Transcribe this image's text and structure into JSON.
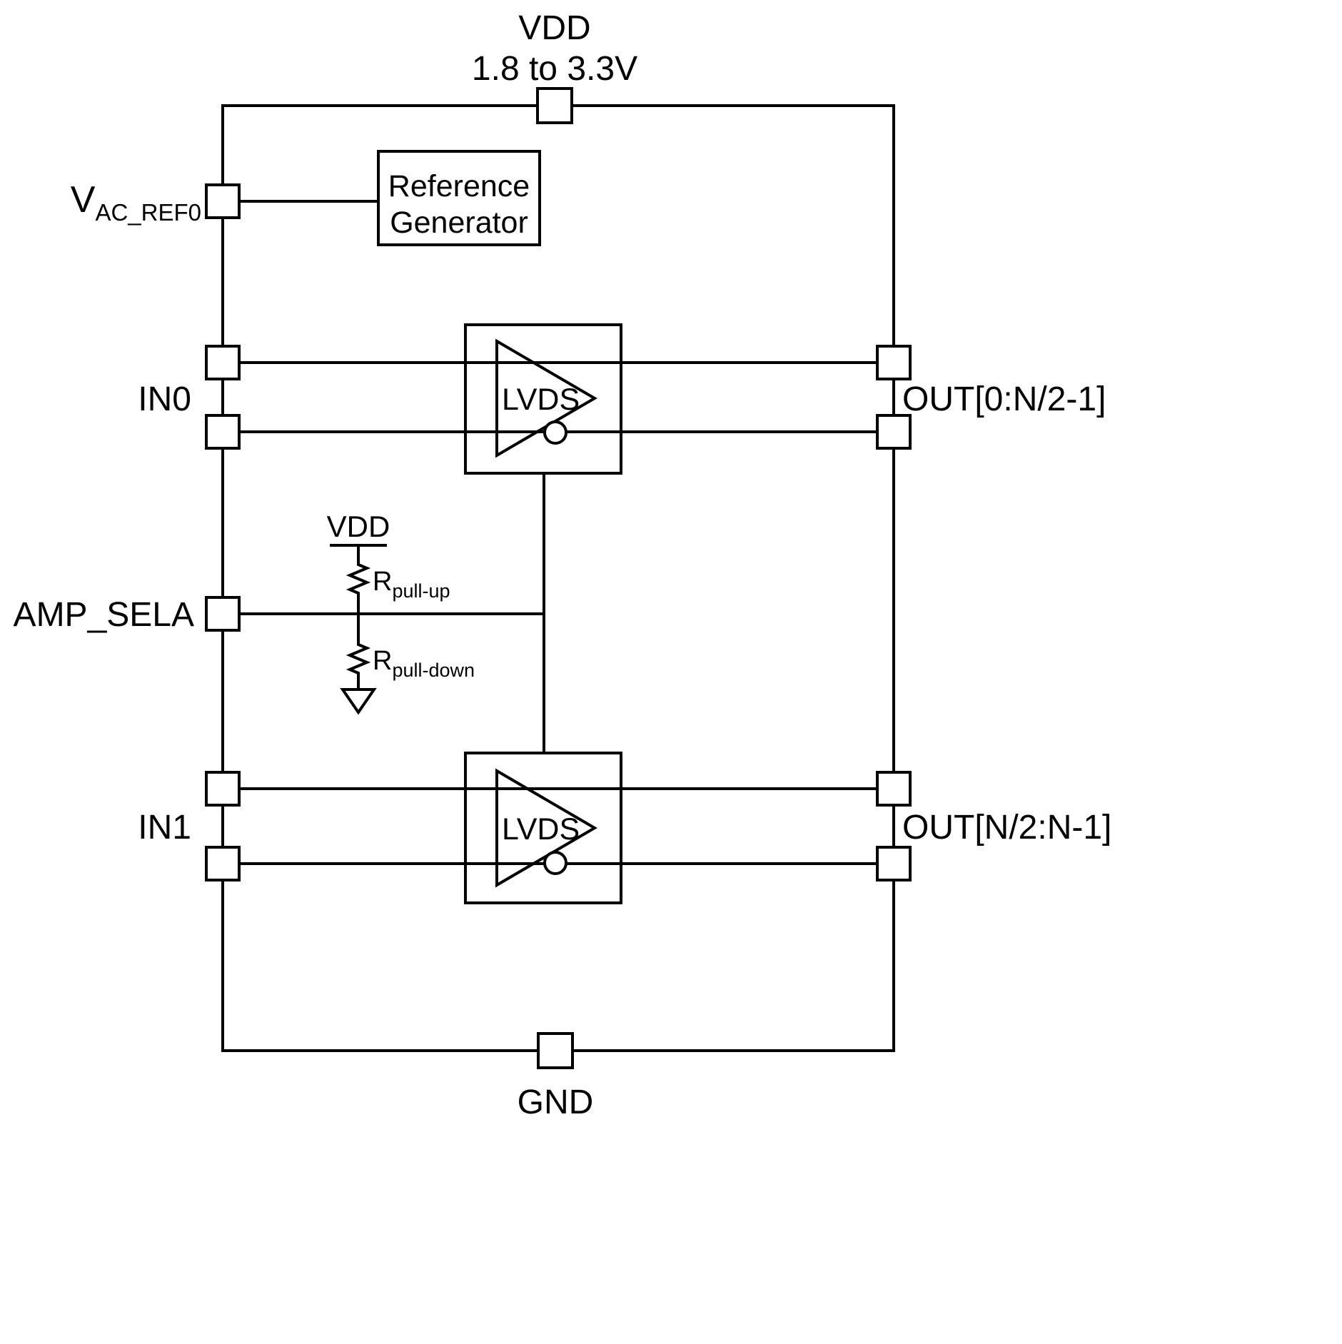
{
  "diagram": {
    "power": {
      "vdd_name": "VDD",
      "vdd_range": "1.8 to 3.3V",
      "vdd_pull_rail": "VDD",
      "gnd": "GND"
    },
    "left_pins": {
      "vac_ref0_main": "V",
      "vac_ref0_sub": "AC_REF0",
      "in0": "IN0",
      "amp_sela": "AMP_SELA",
      "in1": "IN1"
    },
    "right_pins": {
      "out_upper": "OUT[0:N/2-1]",
      "out_lower": "OUT[N/2:N-1]"
    },
    "blocks": {
      "reference_generator_line1": "Reference",
      "reference_generator_line2": "Generator",
      "lvds_upper": "LVDS",
      "lvds_lower": "LVDS"
    },
    "resistors": {
      "pullup_main": "R",
      "pullup_sub": "pull-up",
      "pulldown_main": "R",
      "pulldown_sub": "pull-down"
    },
    "colors": {
      "stroke": "#000000",
      "background": "#ffffff"
    }
  }
}
